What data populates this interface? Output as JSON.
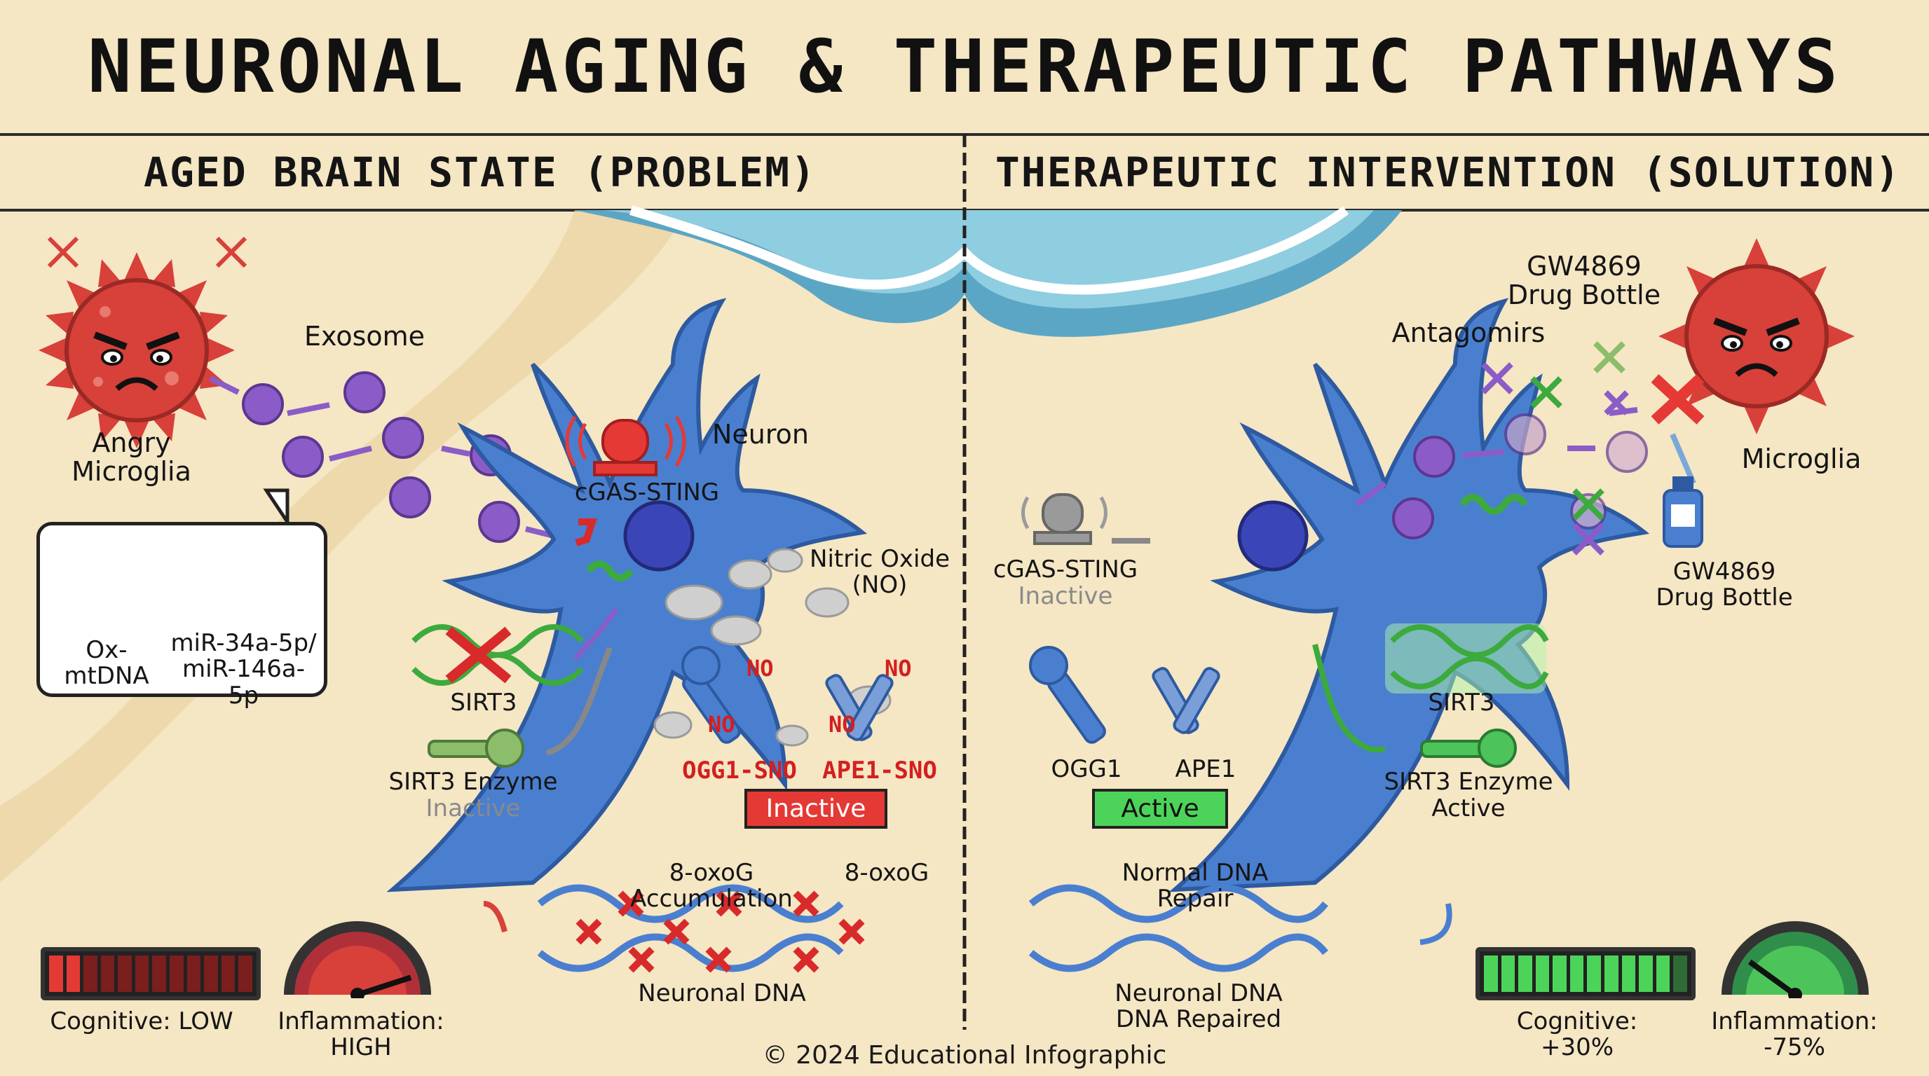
{
  "title": "NEURONAL AGING & THERAPEUTIC PATHWAYS",
  "left": {
    "heading": "AGED BRAIN STATE (PROBLEM)",
    "microglia": "Angry\nMicroglia",
    "exosome": "Exosome",
    "neuron": "Neuron",
    "cgas": "cGAS-STING",
    "nitric_oxide": "Nitric Oxide\n(NO)",
    "no_tag": "NO",
    "ox_mtdna": "Ox-mtDNA",
    "mir": "miR-34a-5p/\nmiR-146a-5p",
    "sirt3": "SIRT3",
    "sirt3_enzyme": "SIRT3 Enzyme",
    "sirt3_enzyme_state": "Inactive",
    "ogg1": "OGG1-SNO",
    "ape1": "APE1-SNO",
    "repair_state": "Inactive",
    "accumulation": "8-oxoG Accumulation",
    "oxog": "8-oxoG",
    "dna": "Neuronal DNA",
    "cognitive": "Cognitive: LOW",
    "inflammation": "Inflammation: HIGH",
    "cognitive_level": 0.15,
    "inflammation_level": 0.9
  },
  "right": {
    "heading": "THERAPEUTIC INTERVENTION (SOLUTION)",
    "gw_top": "GW4869\nDrug Bottle",
    "antagomirs": "Antagomirs",
    "microglia": "Microglia",
    "gw_bottom": "GW4869\nDrug Bottle",
    "cgas": "cGAS-STING",
    "cgas_state": "Inactive",
    "sirt3": "SIRT3",
    "sirt3_enzyme": "SIRT3 Enzyme",
    "sirt3_enzyme_state": "Active",
    "ogg1": "OGG1",
    "ape1": "APE1",
    "repair_state": "Active",
    "normal_repair": "Normal DNA Repair",
    "dna": "Neuronal DNA\nDNA Repaired",
    "cognitive": "Cognitive: +30%",
    "inflammation": "Inflammation: -75%",
    "cognitive_level": 0.9,
    "inflammation_level": 0.2
  },
  "footer": "© 2024 Educational Infographic",
  "colors": {
    "background": "#f5e6c4",
    "neuron": "#4a7fd0",
    "exosome": "#8b5cc7",
    "microglia": "#d8403a",
    "alert": "#e53935",
    "active": "#4cd45a",
    "ocean": "#5ba6c4"
  }
}
